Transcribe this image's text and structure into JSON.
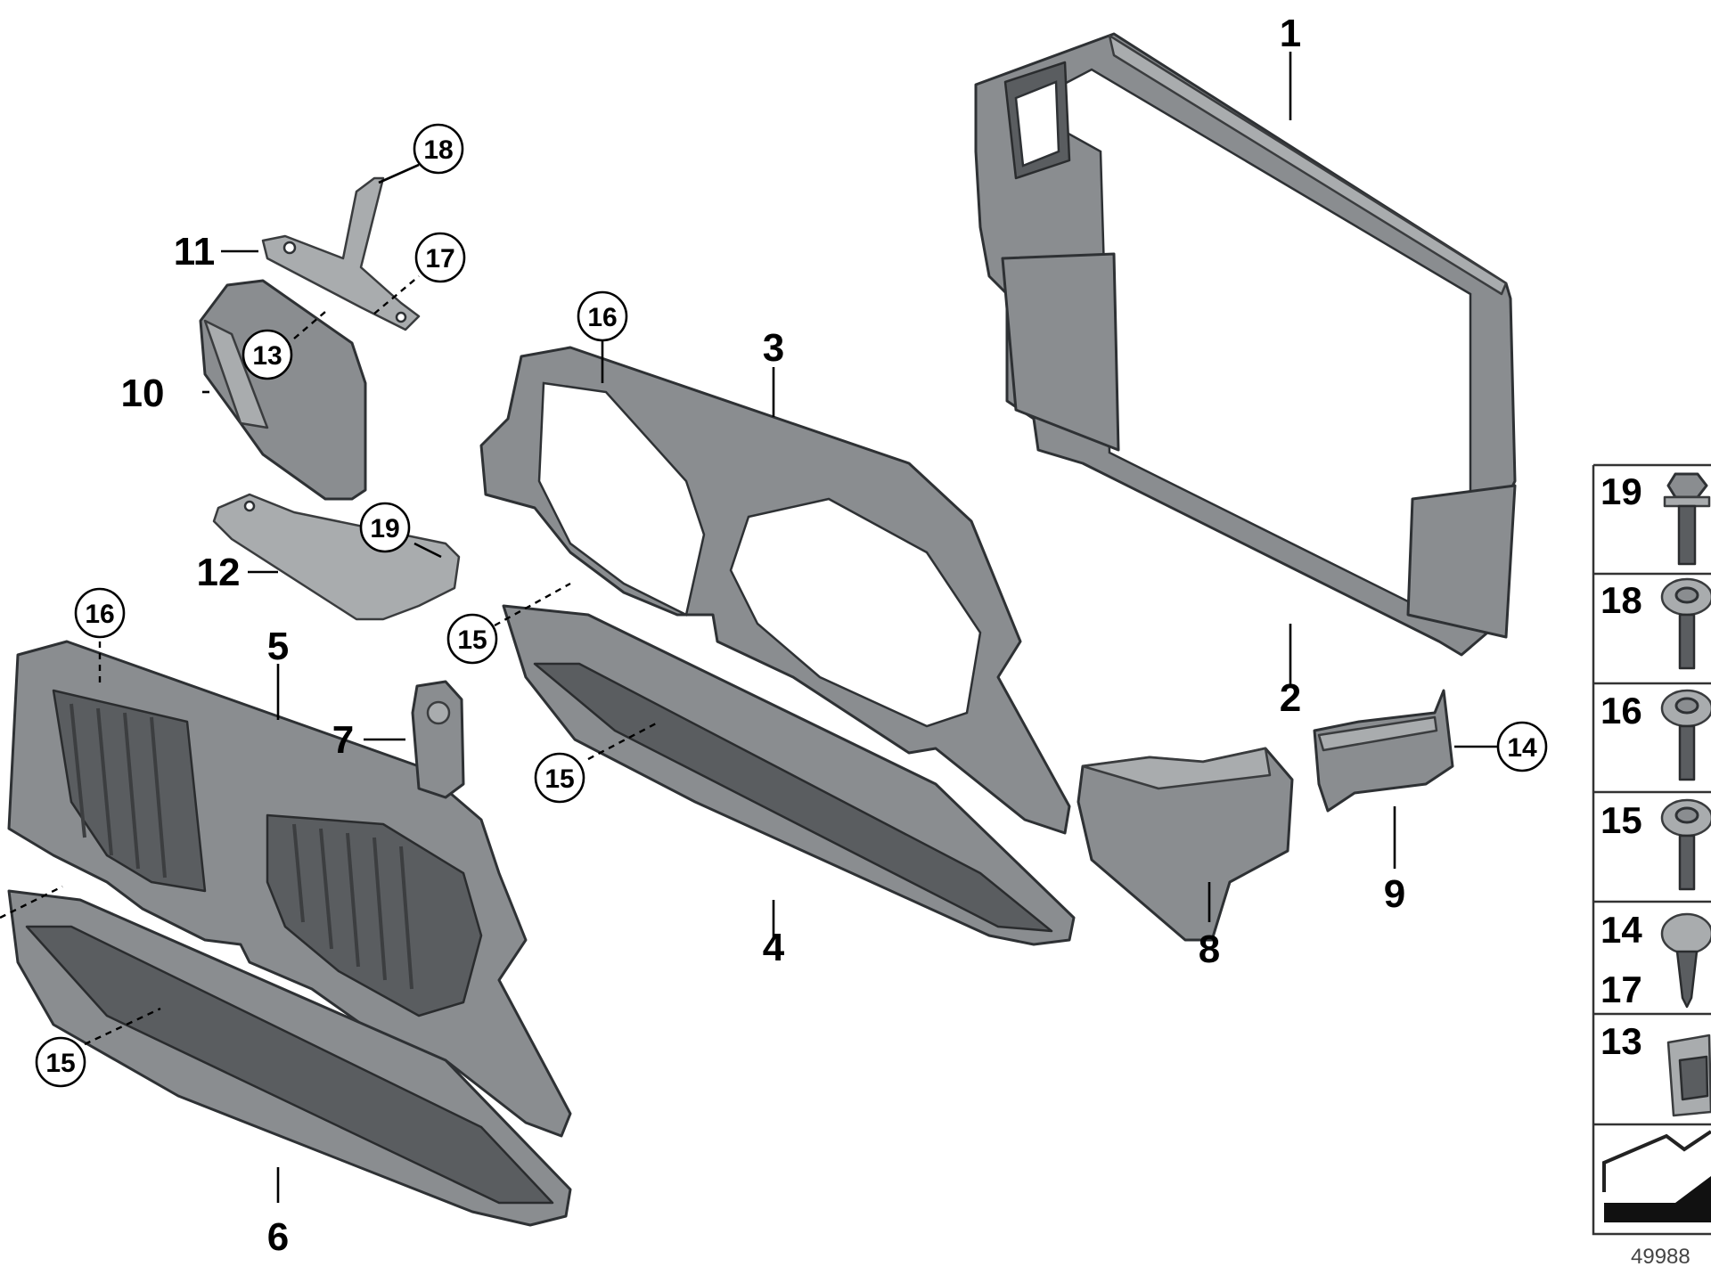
{
  "callouts": {
    "n1": "1",
    "n2": "2",
    "n3": "3",
    "n4": "4",
    "n5": "5",
    "n6": "6",
    "n7": "7",
    "n8": "8",
    "n9": "9",
    "n10": "10",
    "n11": "11",
    "n12": "12"
  },
  "circled_callouts": {
    "c18": "18",
    "c17": "17",
    "c13": "13",
    "c16_upper": "16",
    "c16_lower": "16",
    "c19": "19",
    "c15_a": "15",
    "c15_b": "15",
    "c15_c": "15",
    "c14": "14"
  },
  "fastener_table": [
    {
      "label": "19",
      "icon": "flange-bolt-icon"
    },
    {
      "label": "18",
      "icon": "torx-screw-icon"
    },
    {
      "label": "16",
      "icon": "torx-screw-icon"
    },
    {
      "label": "15",
      "icon": "torx-screw-icon"
    },
    {
      "label": "14",
      "label2": "17",
      "icon": "self-tapping-screw-icon"
    },
    {
      "label": "13",
      "icon": "clip-nut-icon"
    }
  ],
  "diagram_ref": "49988"
}
